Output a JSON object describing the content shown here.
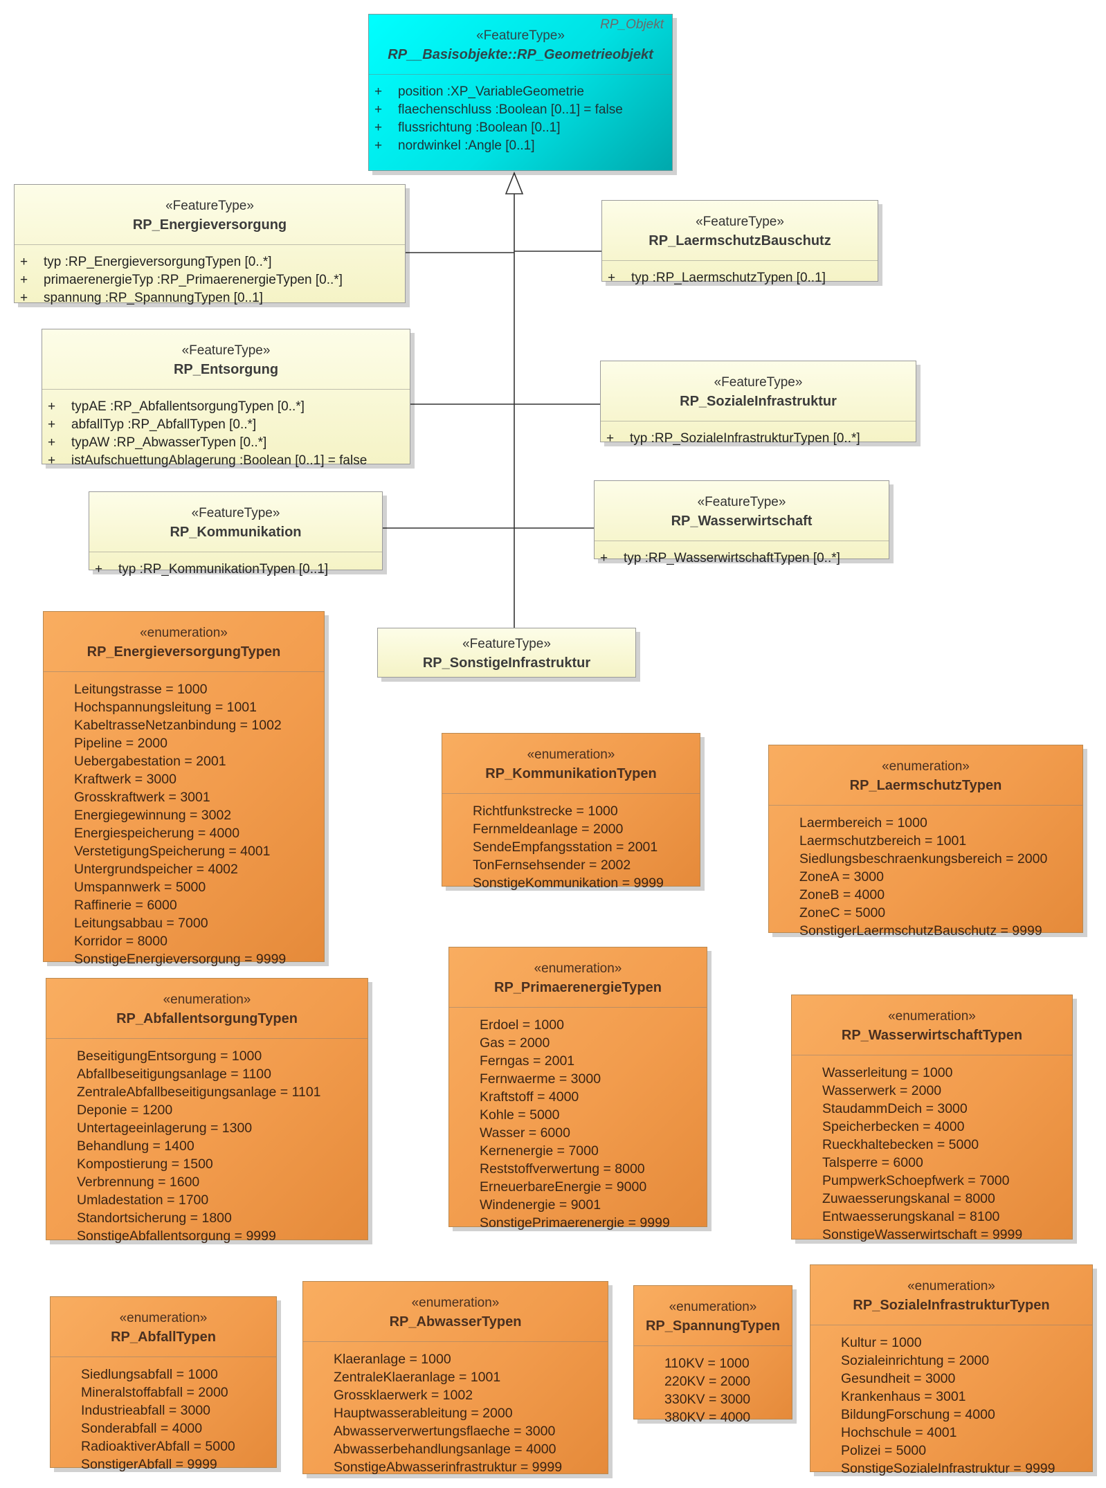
{
  "colors": {
    "root_fill": "#00e8ea",
    "feature_fill": "#f8f6d0",
    "enum_fill": "#f4a152",
    "line": "#333333"
  },
  "root": {
    "corner_label": "RP_Objekt",
    "stereotype": "«FeatureType»",
    "name": "RP__Basisobjekte::RP_Geometrieobjekt",
    "attributes": [
      "position  :XP_VariableGeometrie",
      "flaechenschluss  :Boolean [0..1] = false",
      "flussrichtung  :Boolean [0..1]",
      "nordwinkel  :Angle [0..1]"
    ]
  },
  "featuretypes": {
    "energieversorgung": {
      "stereotype": "«FeatureType»",
      "name": "RP_Energieversorgung",
      "attributes": [
        "typ  :RP_EnergieversorgungTypen [0..*]",
        "primaerenergieTyp  :RP_PrimaerenergieTypen [0..*]",
        "spannung  :RP_SpannungTypen [0..1]"
      ]
    },
    "laermschutz": {
      "stereotype": "«FeatureType»",
      "name": "RP_LaermschutzBauschutz",
      "attributes": [
        "typ  :RP_LaermschutzTypen [0..1]"
      ]
    },
    "entsorgung": {
      "stereotype": "«FeatureType»",
      "name": "RP_Entsorgung",
      "attributes": [
        "typAE  :RP_AbfallentsorgungTypen [0..*]",
        "abfallTyp  :RP_AbfallTypen [0..*]",
        "typAW  :RP_AbwasserTypen [0..*]",
        "istAufschuettungAblagerung  :Boolean [0..1] = false"
      ]
    },
    "sozialeinfra": {
      "stereotype": "«FeatureType»",
      "name": "RP_SozialeInfrastruktur",
      "attributes": [
        "typ  :RP_SozialeInfrastrukturTypen [0..*]"
      ]
    },
    "kommunikation": {
      "stereotype": "«FeatureType»",
      "name": "RP_Kommunikation",
      "attributes": [
        "typ  :RP_KommunikationTypen [0..1]"
      ]
    },
    "wasserwirtschaft": {
      "stereotype": "«FeatureType»",
      "name": "RP_Wasserwirtschaft",
      "attributes": [
        "typ  :RP_WasserwirtschaftTypen [0..*]"
      ]
    },
    "sonstigeinfra": {
      "stereotype": "«FeatureType»",
      "name": "RP_SonstigeInfrastruktur"
    }
  },
  "plus_symbol": "+",
  "enums": {
    "energieversorgungtypen": {
      "stereotype": "«enumeration»",
      "name": "RP_EnergieversorgungTypen",
      "literals": [
        "Leitungstrasse = 1000",
        "Hochspannungsleitung = 1001",
        "KabeltrasseNetzanbindung = 1002",
        "Pipeline = 2000",
        "Uebergabestation = 2001",
        "Kraftwerk = 3000",
        "Grosskraftwerk = 3001",
        "Energiegewinnung = 3002",
        "Energiespeicherung = 4000",
        "VerstetigungSpeicherung = 4001",
        "Untergrundspeicher = 4002",
        "Umspannwerk = 5000",
        "Raffinerie = 6000",
        "Leitungsabbau = 7000",
        "Korridor = 8000",
        "SonstigeEnergieversorgung = 9999"
      ]
    },
    "kommunikationtypen": {
      "stereotype": "«enumeration»",
      "name": "RP_KommunikationTypen",
      "literals": [
        "Richtfunkstrecke = 1000",
        "Fernmeldeanlage = 2000",
        "SendeEmpfangsstation = 2001",
        "TonFernsehsender = 2002",
        "SonstigeKommunikation = 9999"
      ]
    },
    "laermschutztypen": {
      "stereotype": "«enumeration»",
      "name": "RP_LaermschutzTypen",
      "literals": [
        "Laermbereich = 1000",
        "Laermschutzbereich = 1001",
        "Siedlungsbeschraenkungsbereich = 2000",
        "ZoneA = 3000",
        "ZoneB = 4000",
        "ZoneC = 5000",
        "SonstigerLaermschutzBauschutz = 9999"
      ]
    },
    "abfallentsorgungtypen": {
      "stereotype": "«enumeration»",
      "name": "RP_AbfallentsorgungTypen",
      "literals": [
        "BeseitigungEntsorgung = 1000",
        "Abfallbeseitigungsanlage = 1100",
        "ZentraleAbfallbeseitigungsanlage = 1101",
        "Deponie = 1200",
        "Untertageeinlagerung = 1300",
        "Behandlung = 1400",
        "Kompostierung = 1500",
        "Verbrennung = 1600",
        "Umladestation = 1700",
        "Standortsicherung = 1800",
        "SonstigeAbfallentsorgung = 9999"
      ]
    },
    "primaerenergietypen": {
      "stereotype": "«enumeration»",
      "name": "RP_PrimaerenergieTypen",
      "literals": [
        "Erdoel = 1000",
        "Gas = 2000",
        "Ferngas = 2001",
        "Fernwaerme = 3000",
        "Kraftstoff = 4000",
        "Kohle = 5000",
        "Wasser = 6000",
        "Kernenergie = 7000",
        "Reststoffverwertung = 8000",
        "ErneuerbareEnergie = 9000",
        "Windenergie = 9001",
        "SonstigePrimaerenergie = 9999"
      ]
    },
    "wasserwirtschafttypen": {
      "stereotype": "«enumeration»",
      "name": "RP_WasserwirtschaftTypen",
      "literals": [
        "Wasserleitung = 1000",
        "Wasserwerk = 2000",
        "StaudammDeich = 3000",
        "Speicherbecken = 4000",
        "Rueckhaltebecken = 5000",
        "Talsperre = 6000",
        "PumpwerkSchoepfwerk = 7000",
        "Zuwaesserungskanal = 8000",
        "Entwaesserungskanal = 8100",
        "SonstigeWasserwirtschaft = 9999"
      ]
    },
    "abfalltypen": {
      "stereotype": "«enumeration»",
      "name": "RP_AbfallTypen",
      "literals": [
        "Siedlungsabfall = 1000",
        "Mineralstoffabfall = 2000",
        "Industrieabfall = 3000",
        "Sonderabfall = 4000",
        "RadioaktiverAbfall = 5000",
        "SonstigerAbfall = 9999"
      ]
    },
    "abwassertypen": {
      "stereotype": "«enumeration»",
      "name": "RP_AbwasserTypen",
      "literals": [
        "Klaeranlage = 1000",
        "ZentraleKlaeranlage = 1001",
        "Grossklaerwerk = 1002",
        "Hauptwasserableitung = 2000",
        "Abwasserverwertungsflaeche = 3000",
        "Abwasserbehandlungsanlage = 4000",
        "SonstigeAbwasserinfrastruktur = 9999"
      ]
    },
    "spannungtypen": {
      "stereotype": "«enumeration»",
      "name": "RP_SpannungTypen",
      "literals": [
        "110KV = 1000",
        "220KV = 2000",
        "330KV = 3000",
        "380KV = 4000"
      ]
    },
    "sozialeinfrastrukturtypen": {
      "stereotype": "«enumeration»",
      "name": "RP_SozialeInfrastrukturTypen",
      "literals": [
        "Kultur = 1000",
        "Sozialeinrichtung = 2000",
        "Gesundheit = 3000",
        "Krankenhaus = 3001",
        "BildungForschung = 4000",
        "Hochschule = 4001",
        "Polizei = 5000",
        "SonstigeSozialeInfrastruktur = 9999"
      ]
    }
  }
}
